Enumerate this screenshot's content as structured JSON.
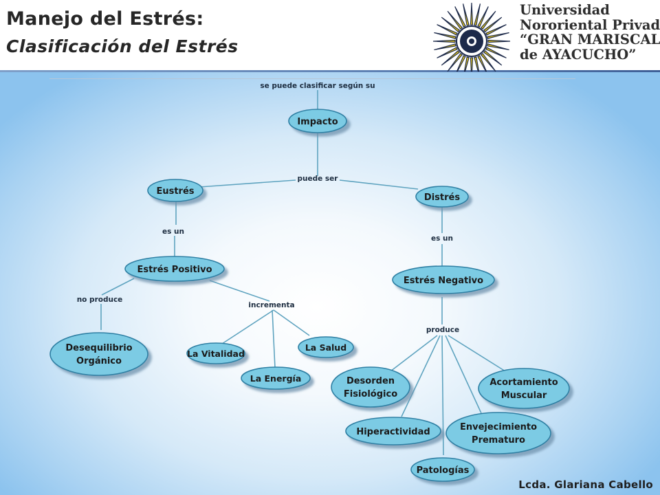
{
  "header": {
    "title": "Manejo del Estrés:",
    "subtitle": "Clasificación del Estrés"
  },
  "university": {
    "lines": [
      "Universidad",
      "Nororiental Privada",
      "“GRAN MARISCAL",
      "de AYACUCHO”"
    ]
  },
  "footer": {
    "author": "Lcda. Glariana Cabello"
  },
  "colors": {
    "node_fill": "#7ccbe4",
    "node_stroke": "#2f7fa3",
    "link": "#5ea3bf"
  },
  "concept_map": {
    "linking_phrases": {
      "top": "se puede clasificar según su",
      "puede_ser": "puede ser",
      "es_un_left": "es un",
      "es_un_right": "es un",
      "no_produce": "no produce",
      "incrementa": "incrementa",
      "produce": "produce"
    },
    "concepts": {
      "impacto": "Impacto",
      "eustres": "Eustrés",
      "distres": "Distrés",
      "estres_positivo": "Estrés Positivo",
      "estres_negativo": "Estrés Negativo",
      "desequilibrio": [
        "Desequilibrio",
        "Orgánico"
      ],
      "vitalidad": "La Vitalidad",
      "energia": "La Energía",
      "salud": "La Salud",
      "desorden": [
        "Desorden",
        "Fisiológico"
      ],
      "acortamiento": [
        "Acortamiento",
        "Muscular"
      ],
      "hiperactividad": "Hiperactividad",
      "envejecimiento": [
        "Envejecimiento",
        "Prematuro"
      ],
      "patologias": "Patologías"
    }
  }
}
